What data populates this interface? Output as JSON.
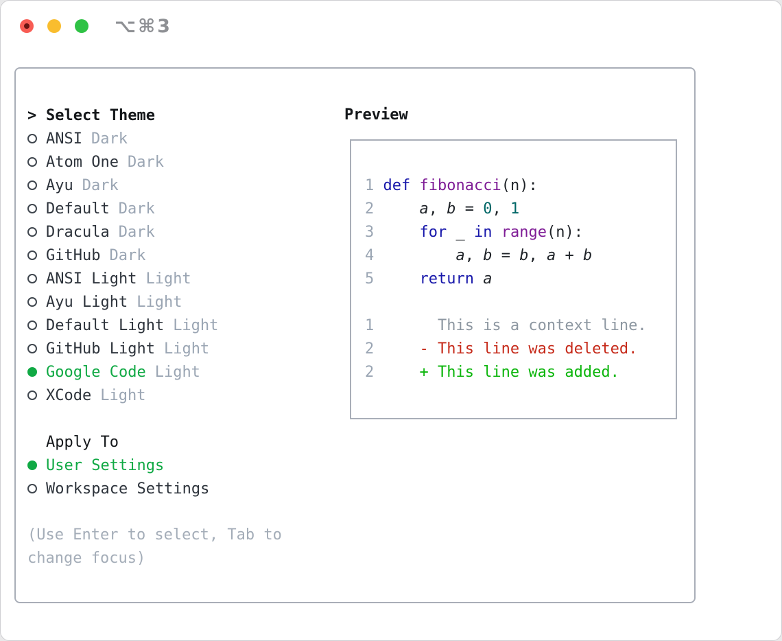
{
  "titlebar": {
    "title": "⌥⌘3",
    "icons": [
      "traffic-light-close",
      "traffic-light-minimize",
      "traffic-light-zoom"
    ]
  },
  "theme_picker": {
    "cursor": ">",
    "title": "Select Theme",
    "items": [
      {
        "name": "ANSI",
        "variant": "Dark",
        "selected": false
      },
      {
        "name": "Atom One",
        "variant": "Dark",
        "selected": false
      },
      {
        "name": "Ayu",
        "variant": "Dark",
        "selected": false
      },
      {
        "name": "Default",
        "variant": "Dark",
        "selected": false
      },
      {
        "name": "Dracula",
        "variant": "Dark",
        "selected": false
      },
      {
        "name": "GitHub",
        "variant": "Dark",
        "selected": false
      },
      {
        "name": "ANSI Light",
        "variant": "Light",
        "selected": false
      },
      {
        "name": "Ayu Light",
        "variant": "Light",
        "selected": false
      },
      {
        "name": "Default Light",
        "variant": "Light",
        "selected": false
      },
      {
        "name": "GitHub Light",
        "variant": "Light",
        "selected": false
      },
      {
        "name": "Google Code",
        "variant": "Light",
        "selected": true
      },
      {
        "name": "XCode",
        "variant": "Light",
        "selected": false
      }
    ]
  },
  "apply_to": {
    "title": "Apply To",
    "options": [
      {
        "label": "User Settings",
        "selected": true
      },
      {
        "label": "Workspace Settings",
        "selected": false
      }
    ]
  },
  "help": {
    "lines": [
      "(Use Enter to select, Tab to",
      "change focus)"
    ]
  },
  "preview": {
    "title": "Preview",
    "code_lines": [
      [
        [
          "ln",
          "1 "
        ],
        [
          "kw",
          "def "
        ],
        [
          "fn",
          "fibonacci"
        ],
        [
          "pl",
          "(n):"
        ]
      ],
      [
        [
          "ln",
          "2 "
        ],
        [
          "pl",
          "    "
        ],
        [
          "id",
          "a"
        ],
        [
          "pl",
          ", "
        ],
        [
          "id",
          "b"
        ],
        [
          "pl",
          " = "
        ],
        [
          "nm",
          "0"
        ],
        [
          "pl",
          ", "
        ],
        [
          "nm",
          "1"
        ]
      ],
      [
        [
          "ln",
          "3 "
        ],
        [
          "pl",
          "    "
        ],
        [
          "kw",
          "for"
        ],
        [
          "pl",
          " _ "
        ],
        [
          "kw",
          "in"
        ],
        [
          "pl",
          " "
        ],
        [
          "fn",
          "range"
        ],
        [
          "pl",
          "(n):"
        ]
      ],
      [
        [
          "ln",
          "4 "
        ],
        [
          "pl",
          "        "
        ],
        [
          "id",
          "a"
        ],
        [
          "pl",
          ", "
        ],
        [
          "id",
          "b"
        ],
        [
          "pl",
          " = "
        ],
        [
          "id",
          "b"
        ],
        [
          "pl",
          ", "
        ],
        [
          "id",
          "a"
        ],
        [
          "pl",
          " + "
        ],
        [
          "id",
          "b"
        ]
      ],
      [
        [
          "ln",
          "5 "
        ],
        [
          "pl",
          "    "
        ],
        [
          "kw",
          "return "
        ],
        [
          "id",
          "a"
        ]
      ]
    ],
    "diff_lines": [
      [
        [
          "ln",
          "1"
        ],
        [
          "ctx",
          "       This is a context line."
        ]
      ],
      [
        [
          "ln",
          "2"
        ],
        [
          "del",
          "     - This line was deleted."
        ]
      ],
      [
        [
          "ln",
          "2"
        ],
        [
          "add",
          "     + This line was added."
        ]
      ]
    ]
  },
  "colors": {
    "panel_border": "#a9aeb8",
    "selected_green": "#10a944",
    "tag_gray": "#9aa5b3",
    "help_gray": "#a4adb8",
    "keyword_blue": "#1717aa",
    "function_purple": "#7f1d96",
    "number_teal": "#006666",
    "diff_context_gray": "#8d97a1",
    "diff_deleted_red": "#c62a1a",
    "diff_added_green": "#0bb50b",
    "traffic_red": "#f85c54",
    "traffic_yellow": "#f9bd2e",
    "traffic_green": "#2fc245"
  }
}
